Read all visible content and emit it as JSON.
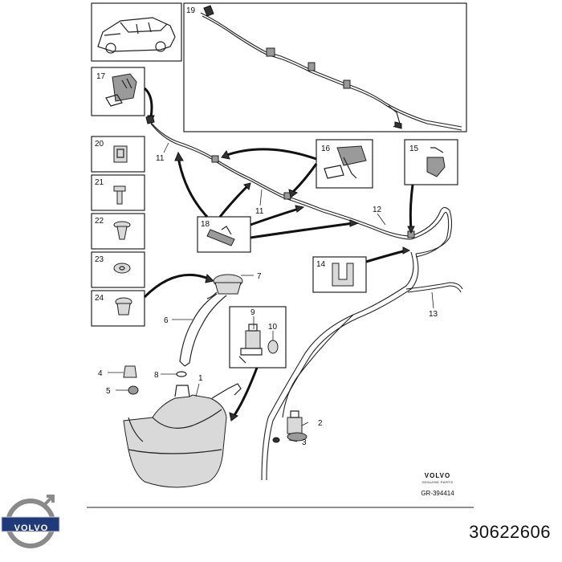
{
  "diagram": {
    "callouts": {
      "c1": "1",
      "c2": "2",
      "c3": "3",
      "c4": "4",
      "c5": "5",
      "c6": "6",
      "c7": "7",
      "c8": "8",
      "c9": "9",
      "c10": "10",
      "c11a": "11",
      "c11b": "11",
      "c12": "12",
      "c13": "13",
      "c14": "14",
      "c15": "15",
      "c16": "16",
      "c17": "17",
      "c18": "18",
      "c19": "19",
      "c20": "20",
      "c21": "21",
      "c22": "22",
      "c23": "23",
      "c24": "24"
    },
    "brand_small": "VOLVO",
    "brand_sub": "GENUINE PARTS",
    "ref_code": "GR-394414"
  },
  "logo": {
    "text": "VOLVO"
  },
  "part_number": "30622606"
}
